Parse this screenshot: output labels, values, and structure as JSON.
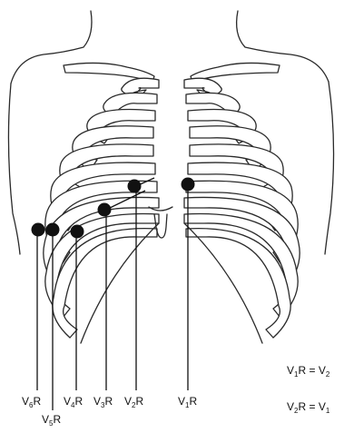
{
  "leads": [
    {
      "id": "V6R",
      "main": "V",
      "sub": "6",
      "suffix": "R"
    },
    {
      "id": "V5R",
      "main": "V",
      "sub": "5",
      "suffix": "R"
    },
    {
      "id": "V4R",
      "main": "V",
      "sub": "4",
      "suffix": "R"
    },
    {
      "id": "V3R",
      "main": "V",
      "sub": "3",
      "suffix": "R"
    },
    {
      "id": "V2R",
      "main": "V",
      "sub": "2",
      "suffix": "R"
    },
    {
      "id": "V1R",
      "main": "V",
      "sub": "1",
      "suffix": "R"
    }
  ],
  "notes": [
    {
      "left_main": "V",
      "left_sub": "1",
      "left_suffix": "R",
      "equals": " = ",
      "right_main": "V",
      "right_sub": "2"
    },
    {
      "left_main": "V",
      "left_sub": "2",
      "left_suffix": "R",
      "equals": " = ",
      "right_main": "V",
      "right_sub": "1"
    }
  ],
  "colors": {
    "outline": "#2a2a2a",
    "electrode": "#111111",
    "background": "#ffffff"
  }
}
